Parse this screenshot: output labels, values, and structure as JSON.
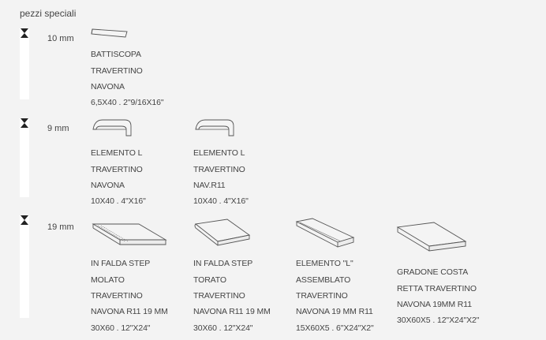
{
  "section_title": "pezzi speciali",
  "groups": [
    {
      "thickness": "10 mm",
      "items": [
        {
          "icon": "battiscopa-piece-icon",
          "lines": [
            "BATTISCOPA",
            "TRAVERTINO",
            "NAVONA",
            "6,5X40 . 2\"9/16X16\""
          ]
        }
      ]
    },
    {
      "thickness": "9 mm",
      "items": [
        {
          "icon": "elemento-l-piece-icon",
          "lines": [
            "ELEMENTO L",
            "TRAVERTINO",
            "NAVONA",
            "10X40 . 4\"X16\""
          ]
        },
        {
          "icon": "elemento-l-piece-icon",
          "lines": [
            "ELEMENTO L",
            "TRAVERTINO",
            "NAV.R11",
            "10X40 . 4\"X16\""
          ]
        }
      ]
    },
    {
      "thickness": "19 mm",
      "items": [
        {
          "icon": "step-molato-piece-icon",
          "lines": [
            "IN FALDA STEP",
            "MOLATO",
            "TRAVERTINO",
            "NAVONA R11 19 MM",
            "30X60 . 12\"X24\""
          ]
        },
        {
          "icon": "step-torato-piece-icon",
          "lines": [
            "IN FALDA STEP",
            "TORATO",
            "TRAVERTINO",
            "NAVONA R11 19 MM",
            "30X60 . 12\"X24\""
          ]
        },
        {
          "icon": "elemento-l-assemblato-piece-icon",
          "lines": [
            "ELEMENTO \"L\"",
            "ASSEMBLATO",
            "TRAVERTINO",
            "NAVONA 19 MM R11",
            "15X60X5 . 6\"X24\"X2\""
          ]
        },
        {
          "icon": "gradone-costa-piece-icon",
          "lines": [
            "GRADONE COSTA",
            "RETTA TRAVERTINO",
            "NAVONA 19MM R11",
            "30X60X5 . 12\"X24\"X2\""
          ]
        }
      ]
    }
  ]
}
